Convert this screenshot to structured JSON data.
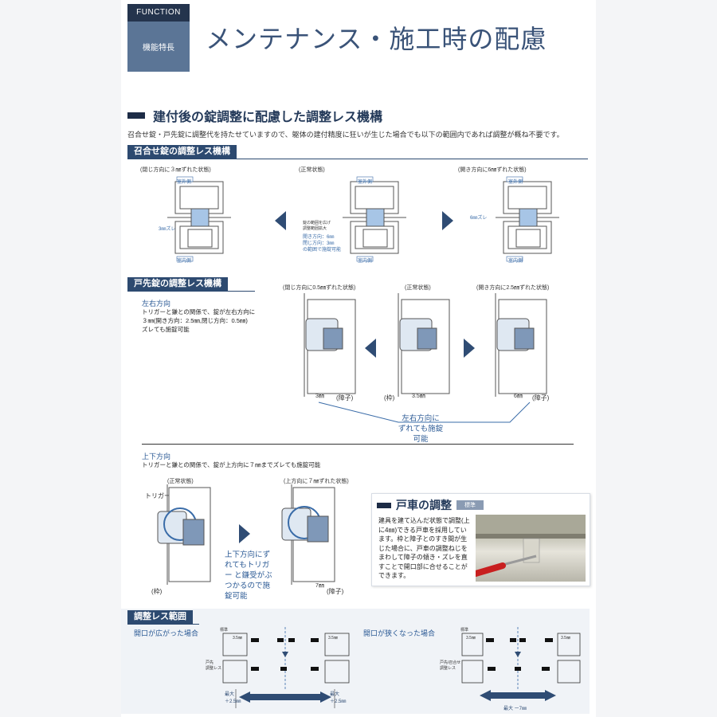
{
  "header": {
    "tab": "FUNCTION",
    "category": "機能特長",
    "title": "メンテナンス・施工時の配慮"
  },
  "section": {
    "title": "建付後の錠調整に配慮した調整レス機構",
    "intro": "召合せ錠・戸先錠に調整代を持たせていますので、躯体の建付精度に狂いが生じた場合でも以下の範囲内であれば調整が概ね不要です。"
  },
  "meeting_lock": {
    "band": "召合せ錠の調整レス機構",
    "captions": [
      "(閉じ方向に３㎜ずれた状態)",
      "(正常状態)",
      "(開き方向に6㎜ずれた状態)"
    ],
    "outside": "室外側",
    "inside": "室内側",
    "shift_left": "3㎜ズレ",
    "shift_right": "6㎜ズレ",
    "center_note_1": "錠の範囲を広げ",
    "center_note_2": "調整範囲拡大",
    "center_note_3": "開き方向：6㎜",
    "center_note_4": "閉じ方向：3㎜",
    "center_note_5": "の範囲で施錠可能"
  },
  "door_lock": {
    "band": "戸先錠の調整レス機構",
    "lr_head": "左右方向",
    "lr_text_1": "トリガーと鎌との関係で、錠が左右方向に",
    "lr_text_2": "３㎜(開き方向：2.5㎜,閉じ方向：0.5㎜)",
    "lr_text_3": "ズレても施錠可能",
    "captions": [
      "(閉じ方向に0.5㎜ずれた状態)",
      "(正常状態)",
      "(開き方向に2.5㎜ずれた状態)"
    ],
    "dim_left": "3㎜",
    "dim_center": "3.5㎜",
    "dim_right": "6㎜",
    "frame": "(枠)",
    "sash": "(障子)",
    "note_lr_1": "左右方向に",
    "note_lr_2": "ずれても施錠",
    "note_lr_3": "可能",
    "ud_head": "上下方向",
    "ud_text": "トリガーと鎌との関係で、錠が上方向に７㎜までズレても施錠可能",
    "ud_captions": [
      "(正常状態)",
      "(上方向に７㎜ずれた状態)"
    ],
    "trigger": "トリガー",
    "ud_note_1": "上下方向にず",
    "ud_note_2": "れてもトリガ",
    "ud_note_3": "ー と鎌受がぶ",
    "ud_note_4": "つかるので施",
    "ud_note_5": "錠可能",
    "dim_ud": "7㎜"
  },
  "roller": {
    "title": "戸車の調整",
    "badge": "標準",
    "text": "建具を建て込んだ状態で調整(上に4㎜)できる戸車を採用しています。枠と障子とのすき間が生じた場合に、戸車の調整ねじをまわして障子の傾き・ズレを直すことで開口部に合せることができます。"
  },
  "range": {
    "band": "調整レス範囲",
    "wide_head": "開口が広がった場合",
    "narrow_head": "開口が狭くなった場合",
    "std": "標準",
    "dim_35": "3.5㎜",
    "door_lock_left": "戸先",
    "door_lock_right": "調整レス",
    "wide_left_1": "最大",
    "wide_left_2": "＋2.5㎜",
    "wide_right_1": "最大",
    "wide_right_2": "＋2.5㎜",
    "narrow_max": "最大 ー7㎜",
    "narrow_label_1": "戸先/召合せ",
    "narrow_label_2": "調整レス"
  },
  "colors": {
    "navy": "#24344d",
    "accent": "#2f4c74",
    "blue_text": "#2b5a95"
  }
}
